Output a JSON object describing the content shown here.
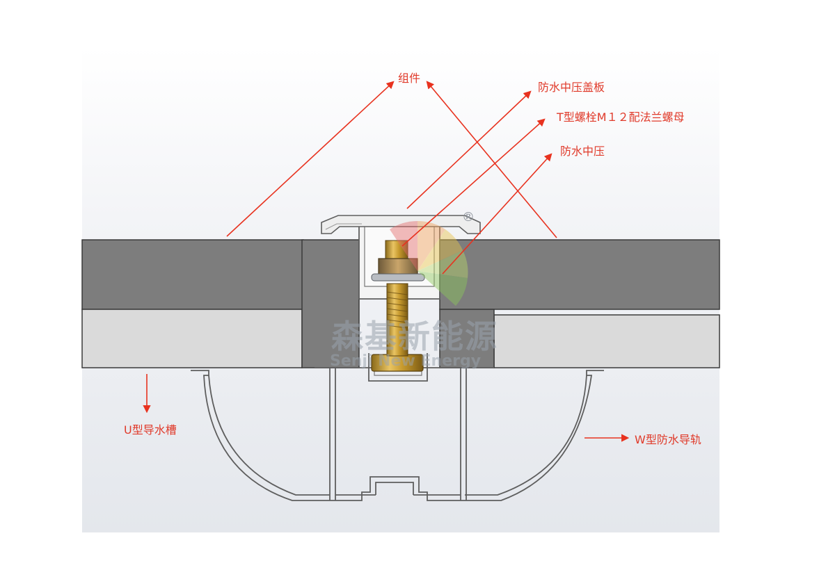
{
  "labels": {
    "module": "组件",
    "cover_plate": "防水中压盖板",
    "bolt": "T型螺栓M１２配法兰螺母",
    "mid_clamp": "防水中压",
    "u_channel": "U型导水槽",
    "w_rail": "W型防水导轨"
  },
  "watermark": {
    "brand_cn": "森基新能源",
    "brand_en": "Senji New Energy",
    "registered_mark": "®"
  },
  "colors": {
    "arrow": "#e8321f",
    "label_text": "#e03a2a",
    "module_dark": "#7d7d7d",
    "module_light": "#d9d9d9",
    "rail_line": "#6b6b6b",
    "bolt_gold": "#c89a2a",
    "background_gradient_top": "#ffffff",
    "background_gradient_bottom": "#e6e9ee"
  }
}
